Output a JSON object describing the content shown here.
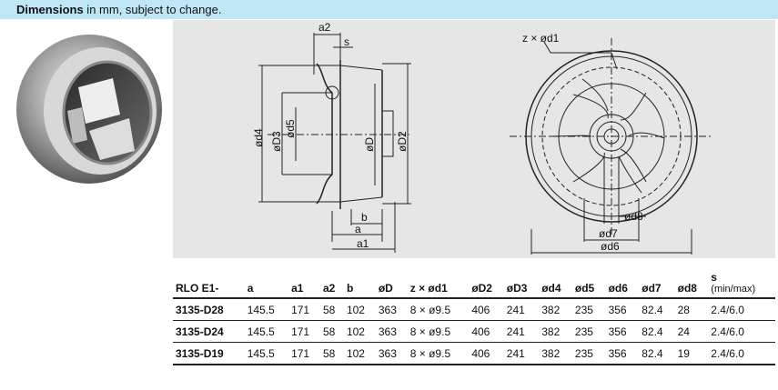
{
  "header": {
    "title_bold": "Dimensions",
    "title_rest": " in mm, subject to change."
  },
  "drawing": {
    "labels": {
      "a2": "a2",
      "s": "s",
      "d4": "ød4",
      "D3": "øD3",
      "d5": "ød5",
      "D": "øD",
      "D2": "øD2",
      "b": "b",
      "a": "a",
      "a1": "a1",
      "zd1": "z × ød1",
      "d8": "ød8",
      "d7": "ød7",
      "d6": "ød6"
    }
  },
  "table": {
    "columns": [
      "RLO E1-",
      "a",
      "a1",
      "a2",
      "b",
      "øD",
      "z × ød1",
      "øD2",
      "øD3",
      "ød4",
      "ød5",
      "ød6",
      "ød7",
      "ød8",
      "s"
    ],
    "s_sub": "(min/max)",
    "rows": [
      [
        "3135-D28",
        "145.5",
        "171",
        "58",
        "102",
        "363",
        "8 × ø9.5",
        "406",
        "241",
        "382",
        "235",
        "356",
        "82.4",
        "28",
        "2.4/6.0"
      ],
      [
        "3135-D24",
        "145.5",
        "171",
        "58",
        "102",
        "363",
        "8 × ø9.5",
        "406",
        "241",
        "382",
        "235",
        "356",
        "82.4",
        "24",
        "2.4/6.0"
      ],
      [
        "3135-D19",
        "145.5",
        "171",
        "58",
        "102",
        "363",
        "8 × ø9.5",
        "406",
        "241",
        "382",
        "235",
        "356",
        "82.4",
        "19",
        "2.4/6.0"
      ]
    ]
  }
}
